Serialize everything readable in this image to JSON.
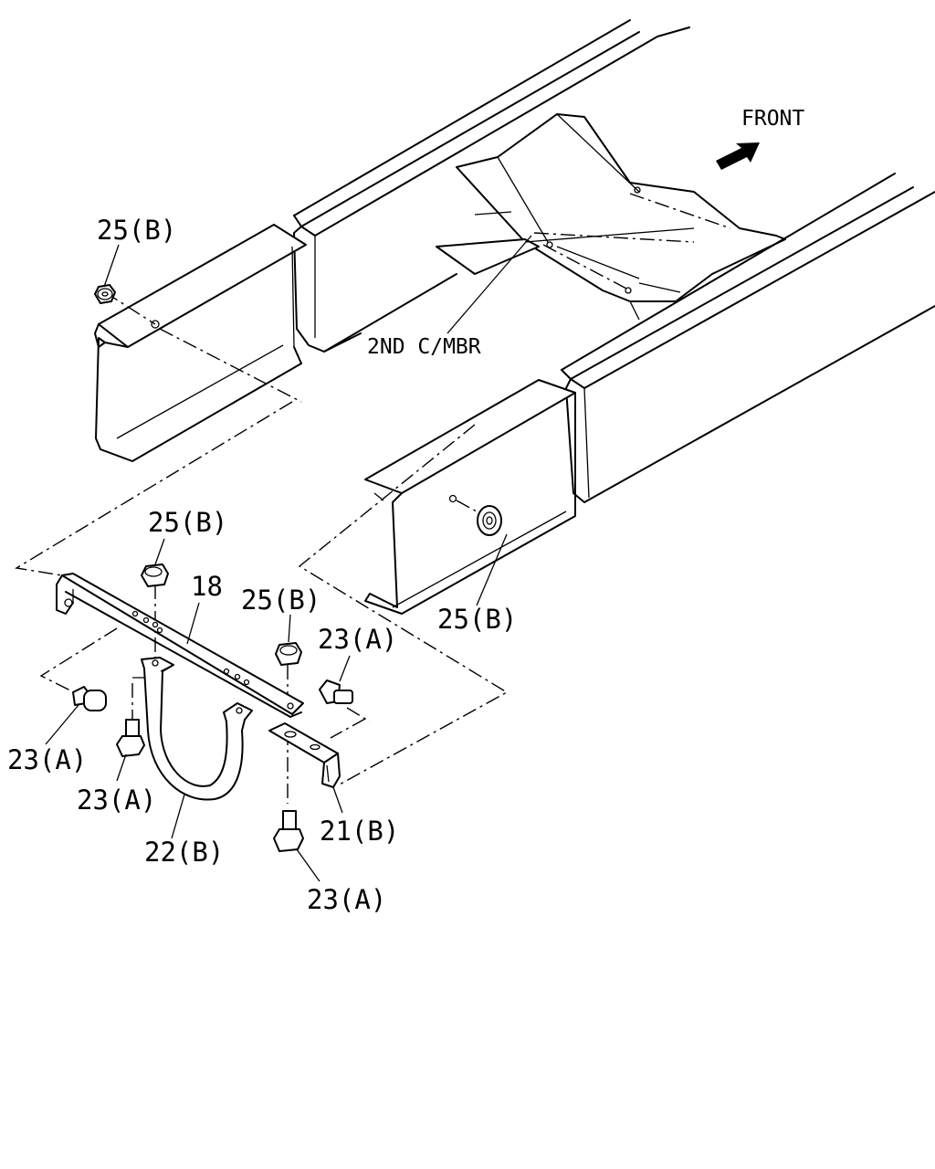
{
  "direction": {
    "label": "FRONT",
    "icon": "front-arrow-icon"
  },
  "frame": {
    "crossmember_label": "2ND C/MBR"
  },
  "callouts": {
    "nut_top_left": "25(B)",
    "nut_center": "25(B)",
    "nut_right_bracket": "25(B)",
    "nut_frame_right": "25(B)",
    "stay_18": "18",
    "bolt_right_upper": "23(A)",
    "bolt_left": "23(A)",
    "bolt_center": "23(A)",
    "bolt_bottom": "23(A)",
    "bracket_21": "21(B)",
    "band_22": "22(B)"
  }
}
